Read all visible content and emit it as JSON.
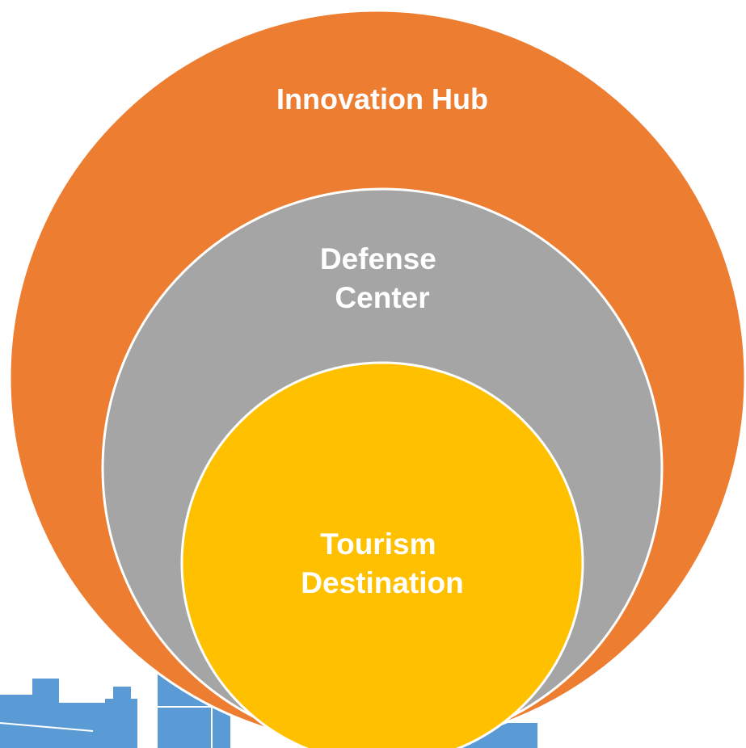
{
  "diagram": {
    "outer": {
      "label": "Innovation Hub",
      "color": "#ED7D31"
    },
    "middle": {
      "label_lines": [
        "Defense",
        "Center"
      ],
      "color": "#A5A5A5"
    },
    "inner": {
      "label_lines": [
        "Tourism",
        "Destination"
      ],
      "color": "#FFC000"
    },
    "border_color": "#FFFFFF",
    "skyline_color": "#5B9BD5"
  }
}
